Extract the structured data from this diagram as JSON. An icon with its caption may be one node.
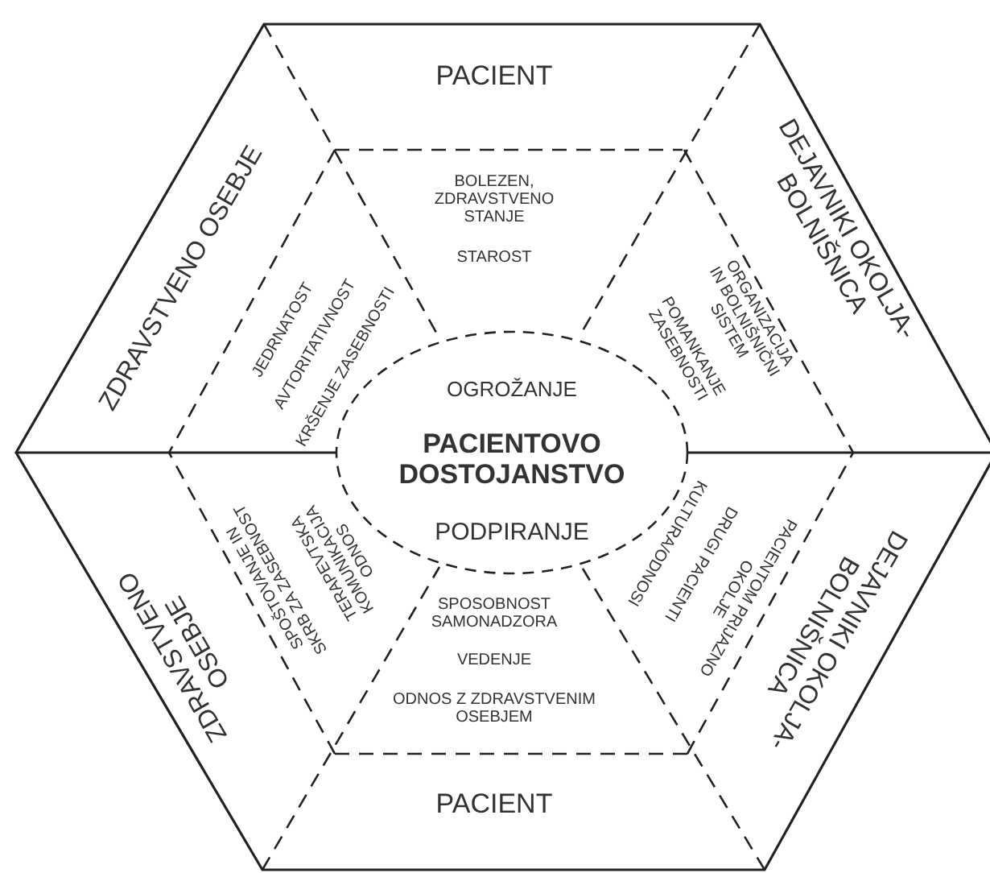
{
  "diagram": {
    "nodes": [
      {
        "text": [
          "OGROŽANJE",
          "PACIENTOVO DOSTOJANSTVO",
          "PODPIRANJE"
        ]
      }
    ],
    "labels": [
      "PACIENT",
      "ZDRAVSTVENO OSEBJE",
      "BOLEZEN, ZDRAVSTVENO STANJE",
      "DEJAVNIKI OKOLJA- BOLNIŠNICA",
      "STAROST",
      "JEDRNATOST",
      "AVTORITATIVNOST",
      "KRŠENJE ZASEBNOSTI",
      "POMANKANJE ZASEBNOSTI",
      "ORGANIZACIJA IN BOLNIŠNIČNI SISTEM",
      "ZDRAVSTVENO OSEBJE",
      "SPOŠTOVANJE IN SKRB ZA ZASEBNOST",
      "TERAPEVTSKA KOMUNIKACIJA ODNOS",
      "SPOSOBNOST SAMONADZORA",
      "KULTURA/ODNOSI",
      "DRUGI PACIENTI",
      "PACIENTOM PRIJAZNO OKOLJE",
      "DEJAVNIKI OKOLJA- BOLNIŠNICA",
      "VEDENJE",
      "ODNOS Z ZDRAVSTVENIM OSEBJEM",
      "PACIENT"
    ]
  }
}
